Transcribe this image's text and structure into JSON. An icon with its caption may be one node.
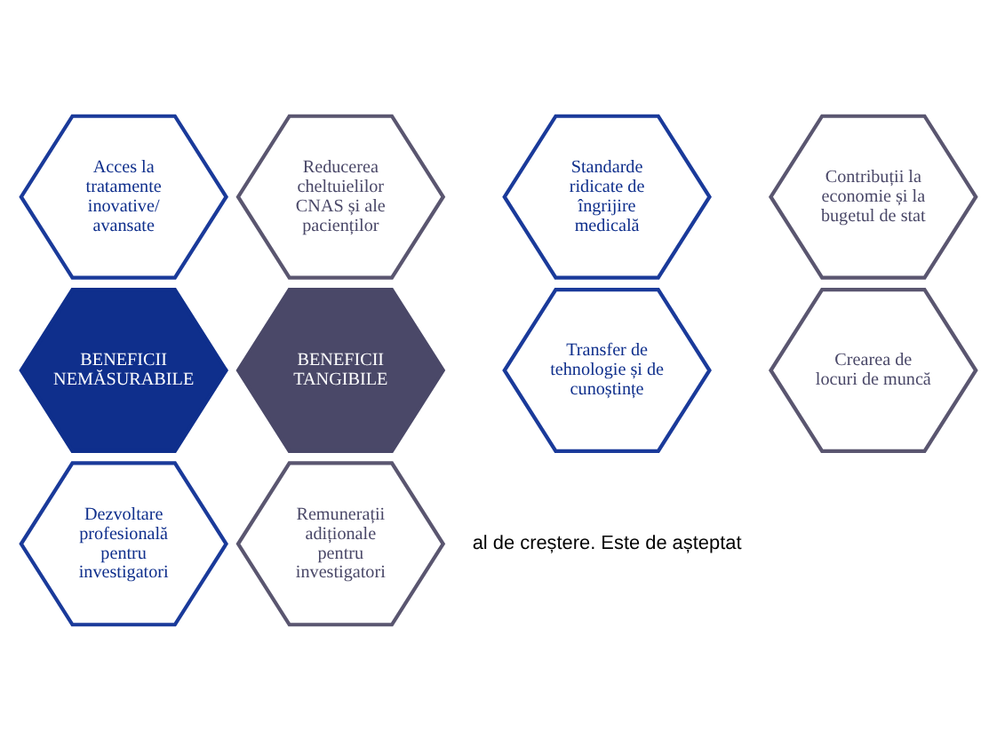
{
  "diagram": {
    "nodes": [
      {
        "text": [
          "Acces la tratamente inovative/ avansate"
        ]
      },
      {
        "text": [
          "Reducerea cheltuielilor CNAS și ale pacienților"
        ]
      },
      {
        "text": [
          "Standarde ridicate de îngrijire medicală"
        ]
      },
      {
        "text": [
          "Contribuții la economie și la bugetul de stat"
        ]
      },
      {
        "text": [
          "BENEFICII NEMĂSURABILE"
        ]
      },
      {
        "text": [
          "BENEFICII TANGIBILE"
        ]
      },
      {
        "text": [
          "Transfer de tehnologie și de cunoștințe"
        ]
      },
      {
        "text": [
          "Crearea de locuri de muncă"
        ]
      },
      {
        "text": [
          "Dezvoltare profesională pentru investigatori"
        ]
      },
      {
        "text": [
          "Remunerații adiționale pentru investigatori"
        ]
      }
    ],
    "labels": [
      "al de creștere. Este de așteptat"
    ]
  }
}
